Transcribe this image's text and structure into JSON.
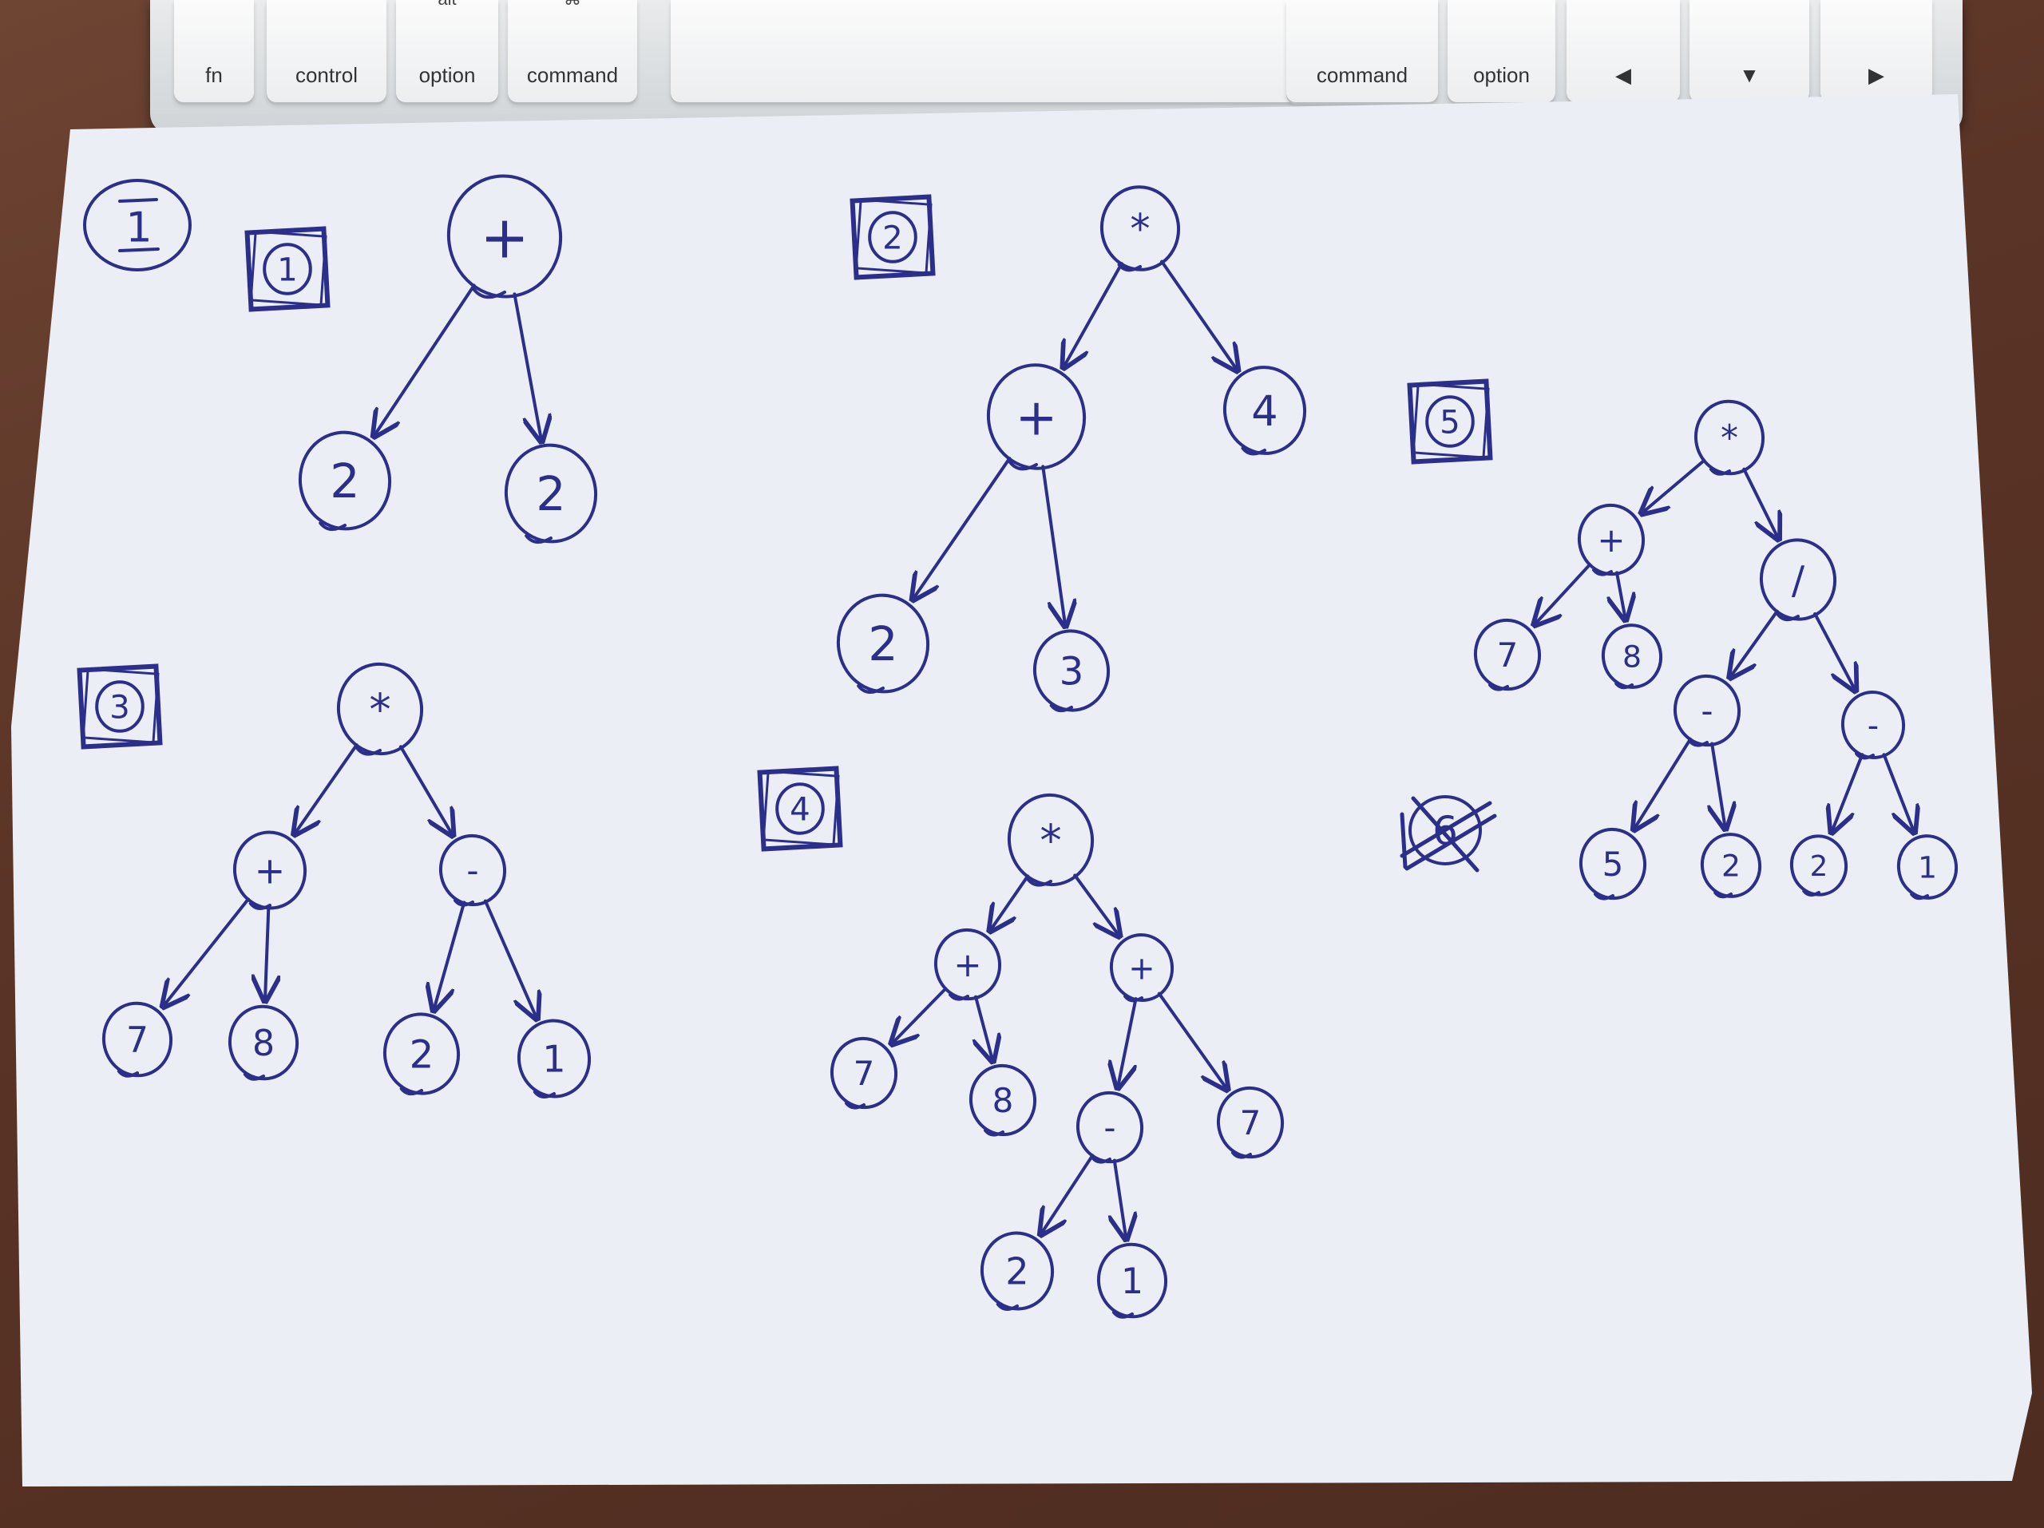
{
  "keyboard": {
    "keys": [
      {
        "name": "fn",
        "label": "fn",
        "sym": ""
      },
      {
        "name": "control",
        "label": "control",
        "sym": ""
      },
      {
        "name": "option-left",
        "label": "option",
        "sym": "alt"
      },
      {
        "name": "command-left",
        "label": "command",
        "sym": "⌘"
      },
      {
        "name": "space",
        "label": "",
        "sym": ""
      },
      {
        "name": "command-right",
        "label": "command",
        "sym": ""
      },
      {
        "name": "option-right",
        "label": "option",
        "sym": ""
      },
      {
        "name": "arrow-left",
        "label": "◀",
        "sym": ""
      },
      {
        "name": "arrow-down",
        "label": "▼",
        "sym": ""
      },
      {
        "name": "arrow-right",
        "label": "▶",
        "sym": ""
      }
    ]
  },
  "page_marker": "1",
  "trees": [
    {
      "box": "1",
      "nodes": [
        "+",
        "2",
        "2"
      ]
    },
    {
      "box": "2",
      "nodes": [
        "*",
        "+",
        "4",
        "2",
        "3"
      ]
    },
    {
      "box": "3",
      "nodes": [
        "*",
        "+",
        "-",
        "7",
        "8",
        "2",
        "1"
      ]
    },
    {
      "box": "4",
      "nodes": [
        "*",
        "+",
        "+",
        "7",
        "8",
        "-",
        "7",
        "2",
        "1"
      ]
    },
    {
      "box": "5",
      "nodes": [
        "*",
        "+",
        "/",
        "7",
        "8",
        "-",
        "-",
        "5",
        "2",
        "2",
        "1"
      ]
    }
  ],
  "crossed_marker": "6",
  "colors": {
    "ink": "#2b2f8a",
    "paper": "#eef0f6"
  }
}
